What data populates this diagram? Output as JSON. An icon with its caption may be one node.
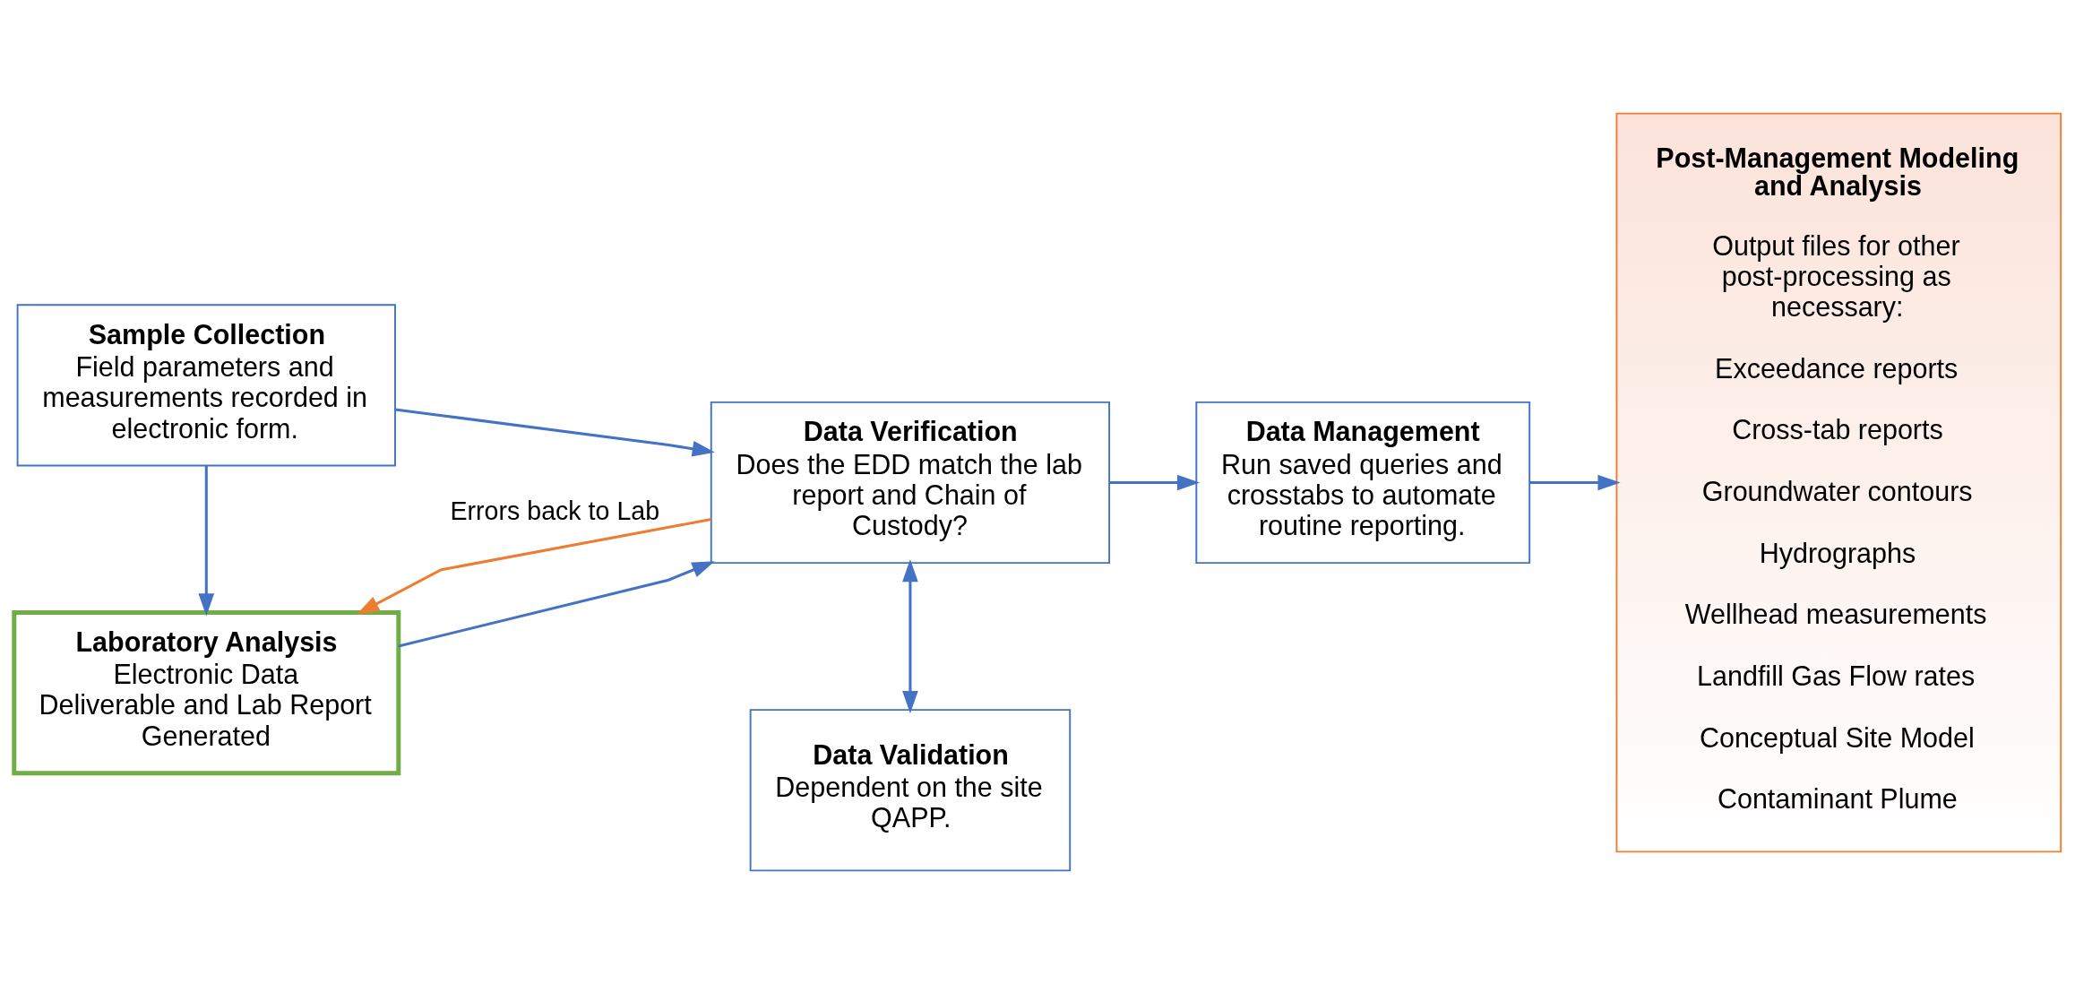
{
  "diagram": {
    "nodes": [
      {
        "text": [
          "Laboratory Analysis",
          "Electronic Data Deliverable and Lab Report Generated"
        ]
      },
      {
        "text": [
          "Sample Collection",
          "Field parameters and measurements recorded in electronic form."
        ]
      },
      {
        "text": [
          "Data Verification",
          "Does the EDD match the lab report and Chain of Custody?"
        ]
      },
      {
        "text": [
          "Data Validation",
          "Dependent on the site QAPP."
        ]
      },
      {
        "text": [
          "Data Management",
          "Run saved queries and crosstabs to automate routine reporting."
        ]
      },
      {
        "text": [
          "Post-Management Modeling and Analysis",
          "Output files for other post-processing as necessary:",
          "Exceedance reports",
          "Cross-tab reports",
          "Groundwater contours",
          "Hydrographs",
          "Wellhead measurements",
          "Landfill Gas Flow rates",
          "Conceptual Site Model",
          "Contaminant Plume"
        ]
      }
    ],
    "edges": [
      {
        "from": 1,
        "to": 0,
        "arrow": "to"
      },
      {
        "from": 1,
        "to": 2,
        "arrow": "to"
      },
      {
        "from": 0,
        "to": 2,
        "arrow": "to"
      },
      {
        "from": 2,
        "to": 0,
        "arrow": "to",
        "label": "Errors back to Lab",
        "color": "#ed7d31"
      },
      {
        "from": 2,
        "to": 3,
        "arrow": "both"
      },
      {
        "from": 2,
        "to": 4,
        "arrow": "to"
      },
      {
        "from": 4,
        "to": 5,
        "arrow": "to"
      }
    ]
  }
}
